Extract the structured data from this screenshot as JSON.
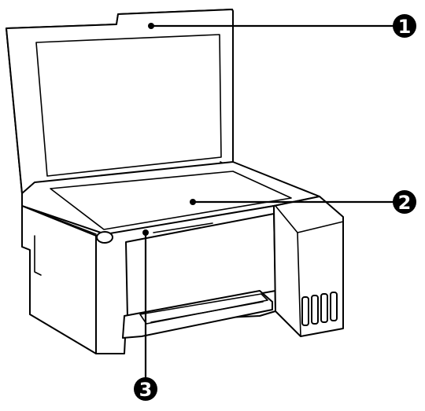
{
  "callouts": [
    {
      "number": "1",
      "part": "document-cover"
    },
    {
      "number": "2",
      "part": "scanner-glass"
    },
    {
      "number": "3",
      "part": "printer-cover"
    }
  ],
  "colors": {
    "ink": "#000000",
    "fill": "#ffffff"
  }
}
